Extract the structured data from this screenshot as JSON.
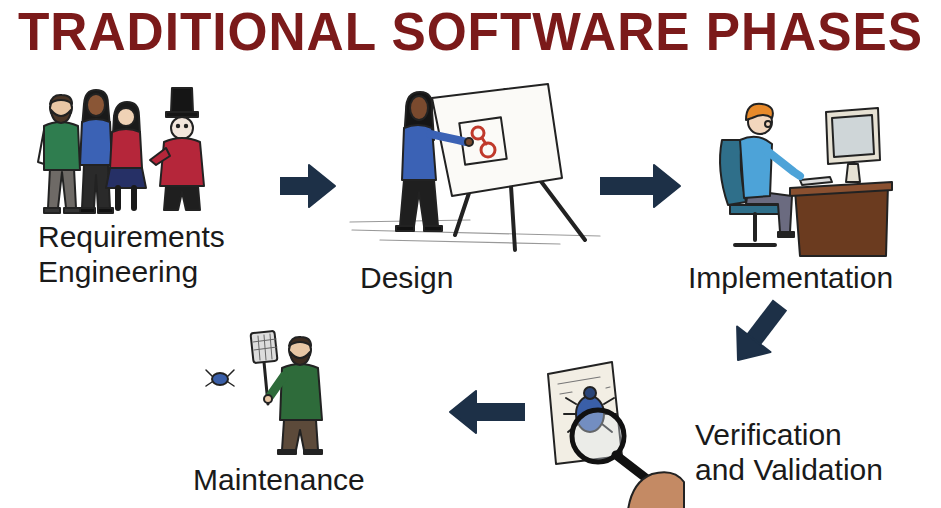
{
  "diagram": {
    "title": "TRADITIONAL SOFTWARE PHASES",
    "nodes": [
      {
        "text": [
          "Requirements Engineering"
        ]
      },
      {
        "text": [
          "Design"
        ]
      },
      {
        "text": [
          "Implementation"
        ]
      },
      {
        "text": [
          "Verification and Validation"
        ]
      },
      {
        "text": [
          "Maintenance"
        ]
      }
    ],
    "edges": [
      {
        "from": 0,
        "to": 1,
        "arrow": "to"
      },
      {
        "from": 1,
        "to": 2,
        "arrow": "to"
      },
      {
        "from": 2,
        "to": 3,
        "arrow": "to"
      },
      {
        "from": 3,
        "to": 4,
        "arrow": "to"
      }
    ]
  }
}
